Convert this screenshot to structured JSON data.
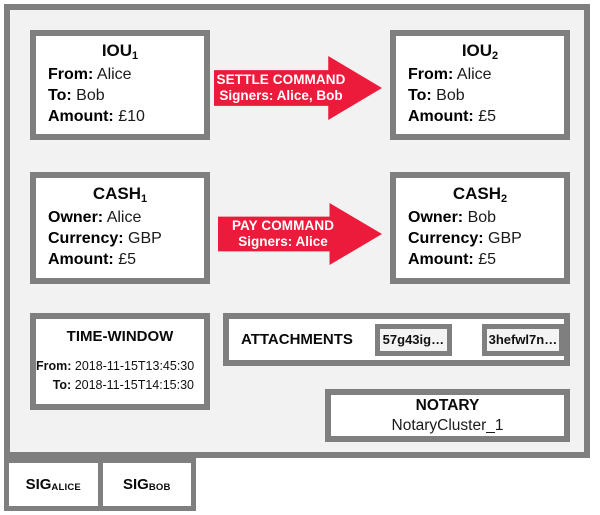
{
  "colors": {
    "command_red": "#ED1B3B",
    "border_gray": "#7f7f7f",
    "frame_fill": "#f2f2f2",
    "box_fill": "#ffffff"
  },
  "transaction": {
    "inputs": [
      {
        "title": "IOU",
        "subscript": "1",
        "fields": [
          {
            "key": "From:",
            "value": "Alice"
          },
          {
            "key": "To:",
            "value": "Bob"
          },
          {
            "key": "Amount:",
            "value": "£10"
          }
        ]
      },
      {
        "title": "CASH",
        "subscript": "1",
        "fields": [
          {
            "key": "Owner:",
            "value": "Alice"
          },
          {
            "key": "Currency:",
            "value": "GBP"
          },
          {
            "key": "Amount:",
            "value": "£5"
          }
        ]
      }
    ],
    "outputs": [
      {
        "title": "IOU",
        "subscript": "2",
        "fields": [
          {
            "key": "From:",
            "value": "Alice"
          },
          {
            "key": "To:",
            "value": "Bob"
          },
          {
            "key": "Amount:",
            "value": "£5"
          }
        ]
      },
      {
        "title": "CASH",
        "subscript": "2",
        "fields": [
          {
            "key": "Owner:",
            "value": "Bob"
          },
          {
            "key": "Currency:",
            "value": "GBP"
          },
          {
            "key": "Amount:",
            "value": "£5"
          }
        ]
      }
    ],
    "commands": [
      {
        "name": "SETTLE COMMAND",
        "signers": "Signers: Alice, Bob"
      },
      {
        "name": "PAY COMMAND",
        "signers": "Signers: Alice"
      }
    ],
    "time_window": {
      "title": "TIME-WINDOW",
      "from_key": "From:",
      "from_value": "2018-11-15T13:45:30",
      "to_key": "To:",
      "to_value": "2018-11-15T14:15:30"
    },
    "attachments": {
      "label": "ATTACHMENTS",
      "items": [
        "57g43ig…",
        "3hefwl7n…"
      ]
    },
    "notary": {
      "title": "NOTARY",
      "value": "NotaryCluster_1"
    },
    "signatures": [
      {
        "prefix": "SIG",
        "subject": "ALICE"
      },
      {
        "prefix": "SIG",
        "subject": "BOB"
      }
    ]
  }
}
